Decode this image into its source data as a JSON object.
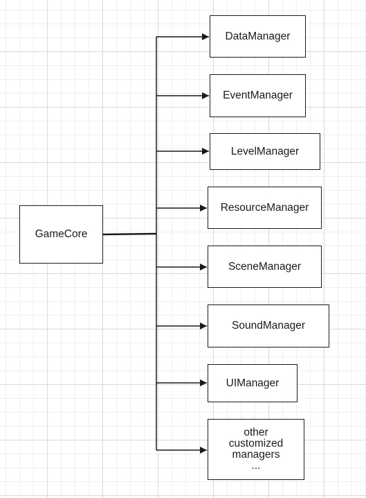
{
  "root": {
    "label": "GameCore"
  },
  "managers": [
    {
      "lines": [
        "DataManager"
      ]
    },
    {
      "lines": [
        "EventManager"
      ]
    },
    {
      "lines": [
        "LevelManager"
      ]
    },
    {
      "lines": [
        "ResourceManager"
      ]
    },
    {
      "lines": [
        "SceneManager"
      ]
    },
    {
      "lines": [
        "SoundManager"
      ]
    },
    {
      "lines": [
        "UIManager"
      ]
    },
    {
      "lines": [
        "other",
        "customized",
        "managers",
        "..."
      ]
    }
  ],
  "colors": {
    "line": "#1a1a1a",
    "grid": "#d9d9d9",
    "background": "#ffffff"
  }
}
